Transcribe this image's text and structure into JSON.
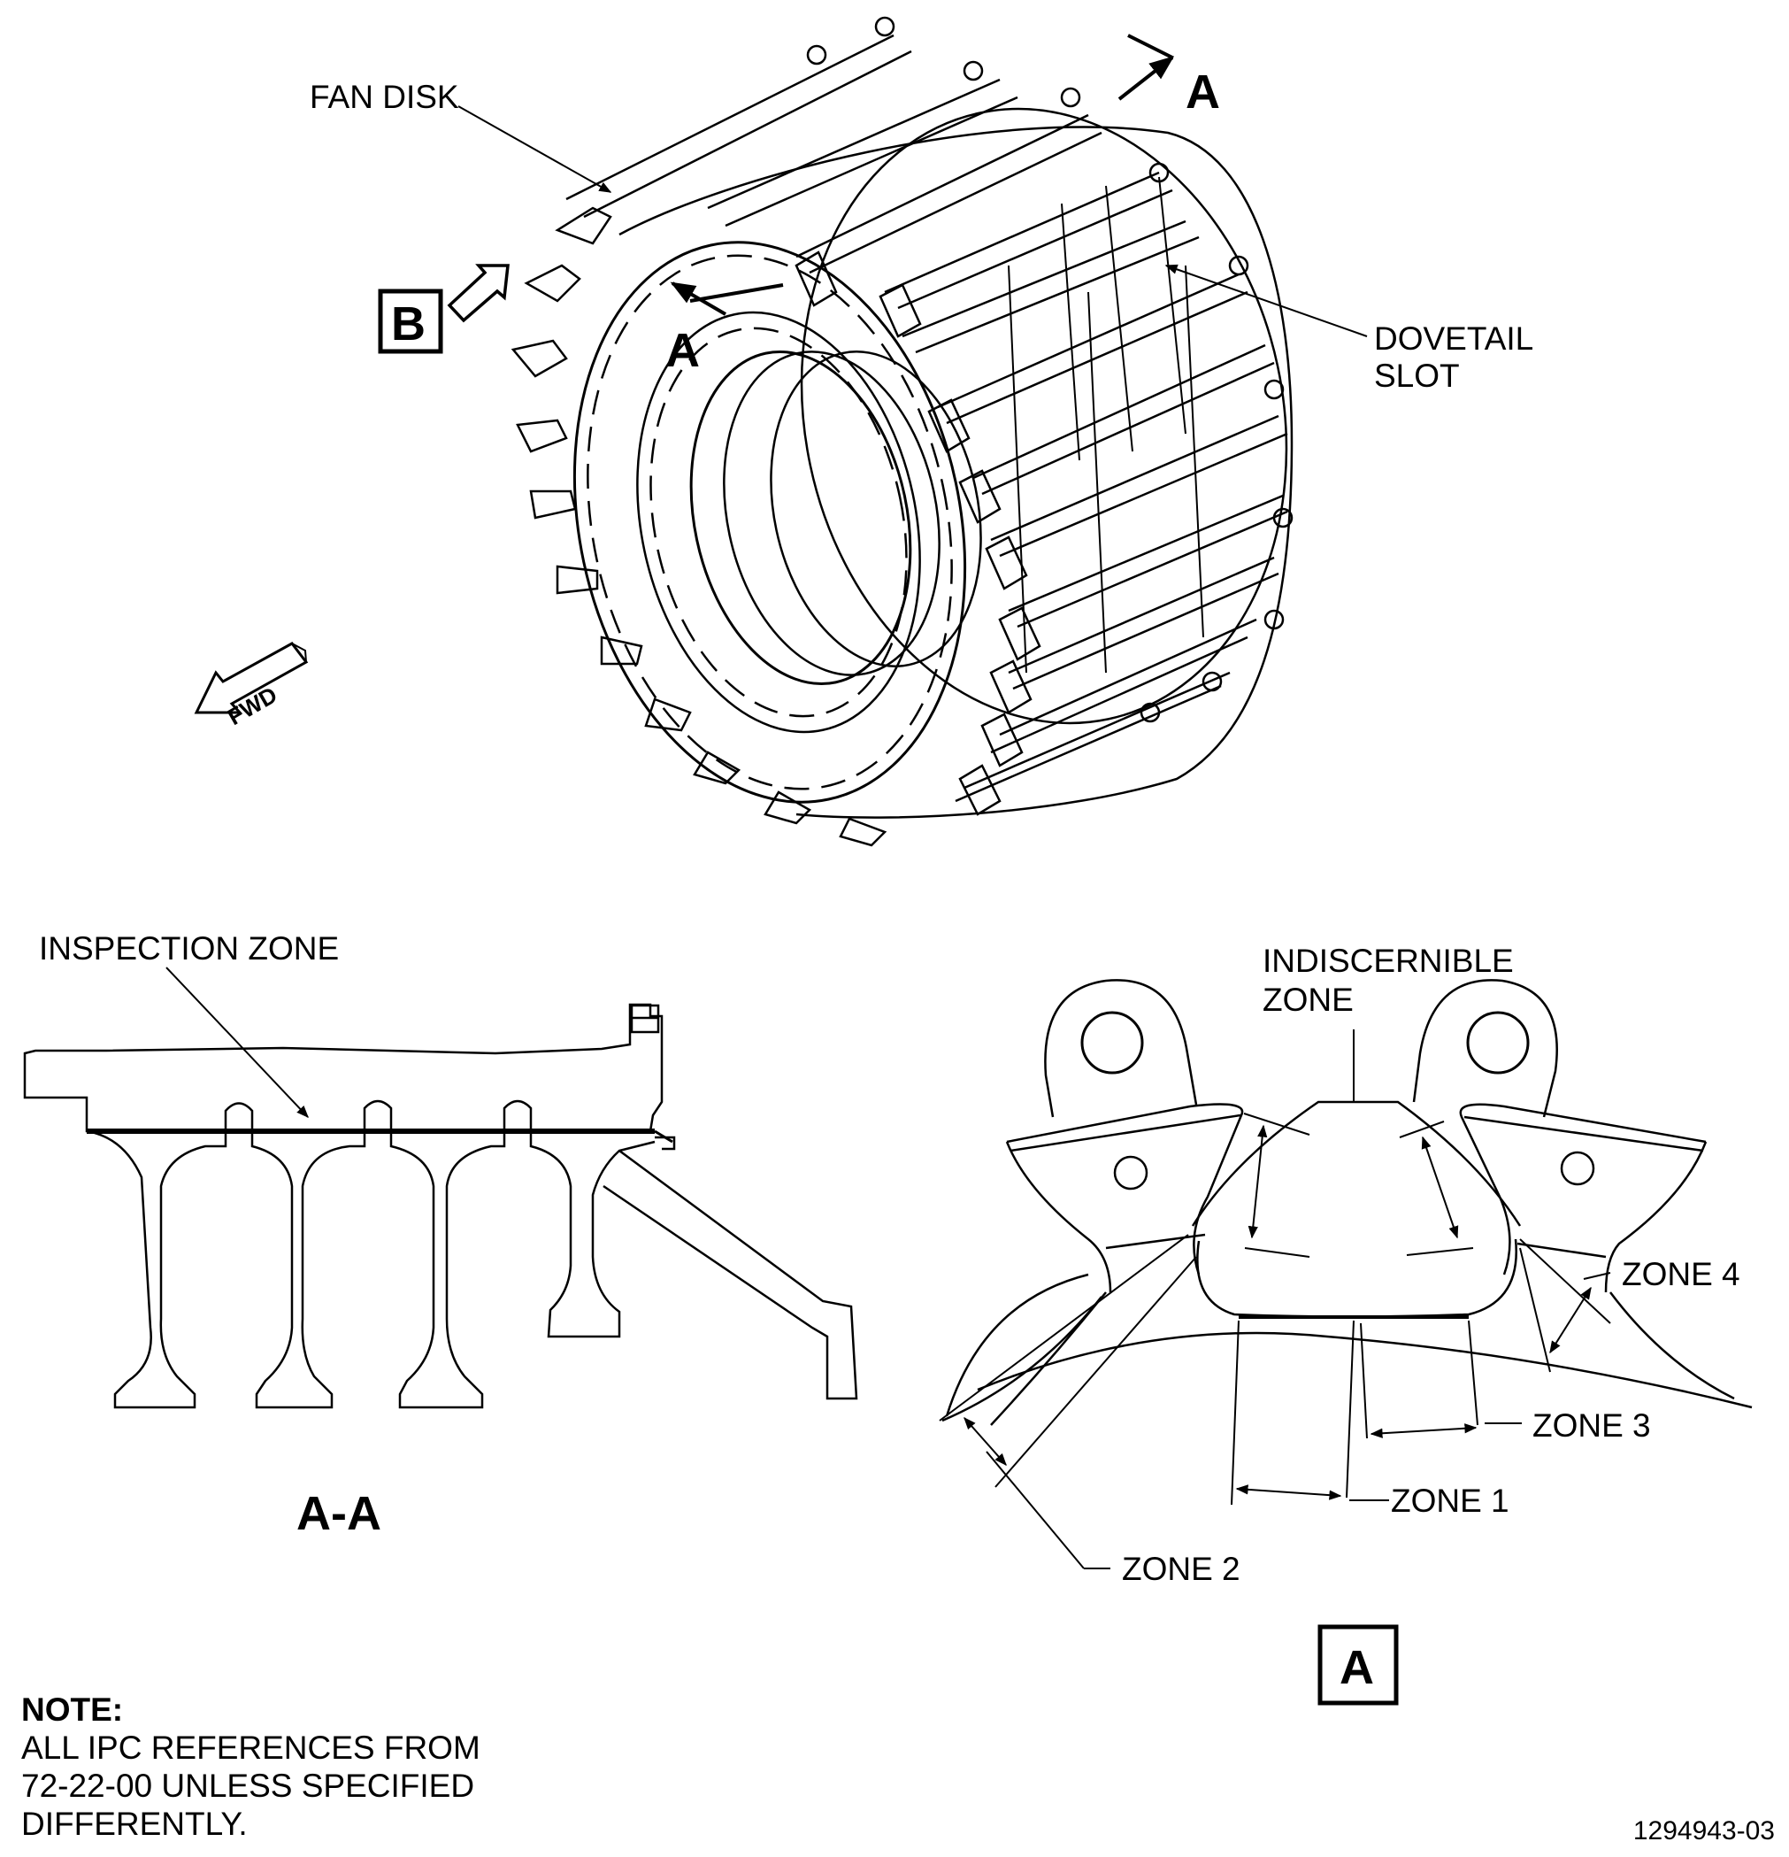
{
  "labels": {
    "fan_disk": "FAN DISK",
    "dovetail_line1": "DOVETAIL",
    "dovetail_line2": "SLOT",
    "section_a_top": "A",
    "section_a_left": "A",
    "view_b": "B",
    "fwd": "FWD",
    "inspection_zone": "INSPECTION ZONE",
    "section_title": "A-A",
    "indiscernible_line1": "INDISCERNIBLE",
    "indiscernible_line2": "ZONE",
    "zone1": "ZONE 1",
    "zone2": "ZONE 2",
    "zone3": "ZONE 3",
    "zone4": "ZONE 4",
    "detail_a": "A"
  },
  "note": {
    "heading": "NOTE:",
    "lines": [
      "ALL IPC REFERENCES FROM",
      "72-22-00 UNLESS SPECIFIED",
      "DIFFERENTLY."
    ]
  },
  "document_number": "1294943-03"
}
